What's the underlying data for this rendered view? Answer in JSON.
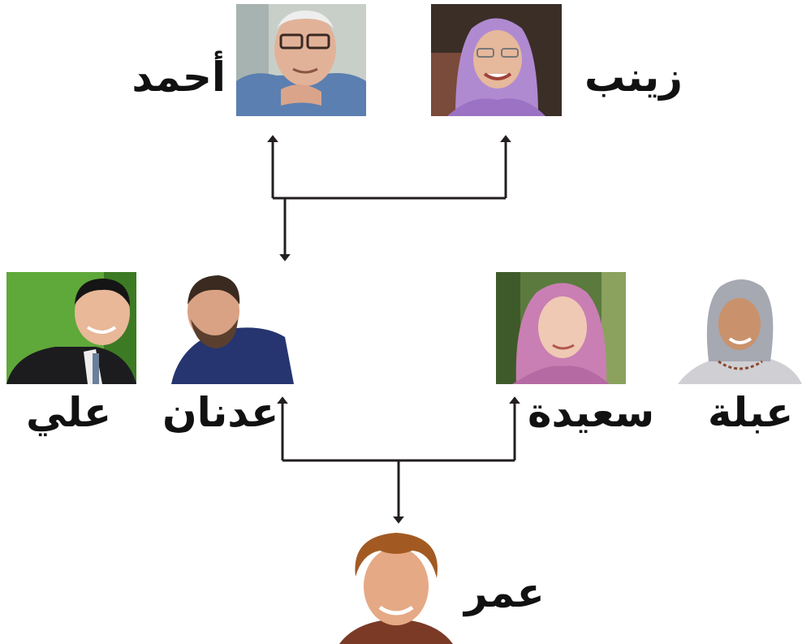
{
  "people": {
    "ahmad": {
      "name": "أحمد",
      "icon": "elderly-man-portrait"
    },
    "zaynab": {
      "name": "زينب",
      "icon": "elderly-woman-hijab-portrait"
    },
    "ali": {
      "name": "علي",
      "icon": "young-man-suit-portrait"
    },
    "adnan": {
      "name": "عدنان",
      "icon": "bearded-man-portrait"
    },
    "saida": {
      "name": "سعيدة",
      "icon": "woman-pink-hijab-portrait"
    },
    "abla": {
      "name": "عبلة",
      "icon": "girl-grey-hijab-portrait"
    },
    "omar": {
      "name": "عمر",
      "icon": "teen-boy-portrait"
    }
  },
  "colors": {
    "line": "#231f20",
    "text": "#111111",
    "background": "#ffffff"
  }
}
